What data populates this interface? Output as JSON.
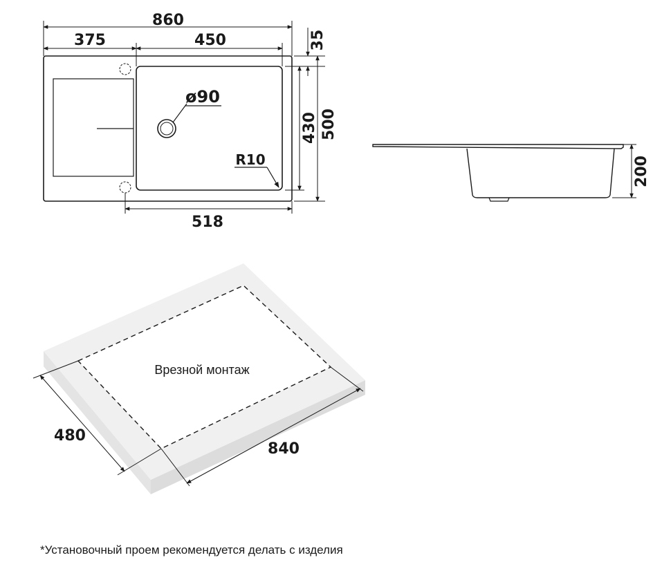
{
  "top_view": {
    "overall_width": "860",
    "drainboard_width": "375",
    "bowl_width": "450",
    "edge_offset": "35",
    "bowl_depth": "430",
    "overall_depth": "500",
    "drain_diameter": "ø90",
    "corner_radius": "R10",
    "bottom_width": "518"
  },
  "side_view": {
    "bowl_height": "200"
  },
  "cutout_view": {
    "label": "Врезной монтаж",
    "cutout_depth": "480",
    "cutout_width": "840"
  },
  "footnote": "*Установочный проем рекомендуется делать с изделия",
  "colors": {
    "line": "#1a1a1a",
    "slab_top": "#f0f0f0",
    "slab_side": "#e1e1e1",
    "background": "#ffffff"
  }
}
